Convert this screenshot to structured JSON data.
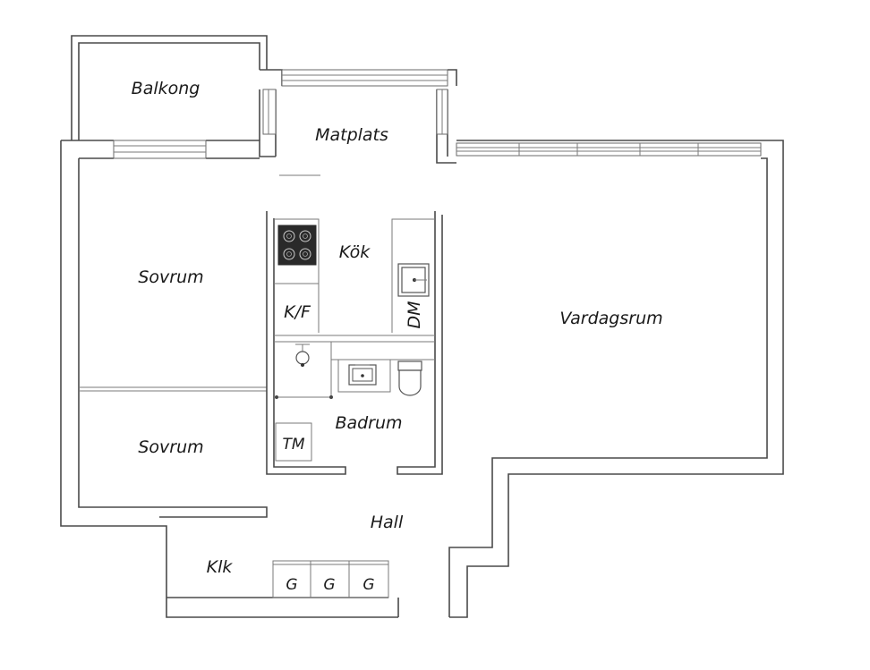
{
  "rooms": {
    "balkong": "Balkong",
    "matplats": "Matplats",
    "kok": "Kök",
    "sovrum_1": "Sovrum",
    "sovrum_2": "Sovrum",
    "vardagsrum": "Vardagsrum",
    "badrum": "Badrum",
    "hall": "Hall",
    "klk": "Klk"
  },
  "fixtures": {
    "kf": "K/F",
    "dm": "DM",
    "tm": "TM",
    "wardrobes": [
      "G",
      "G",
      "G"
    ]
  },
  "colors": {
    "wall": "#4a4a4a",
    "hob": "#2a2a2a"
  }
}
